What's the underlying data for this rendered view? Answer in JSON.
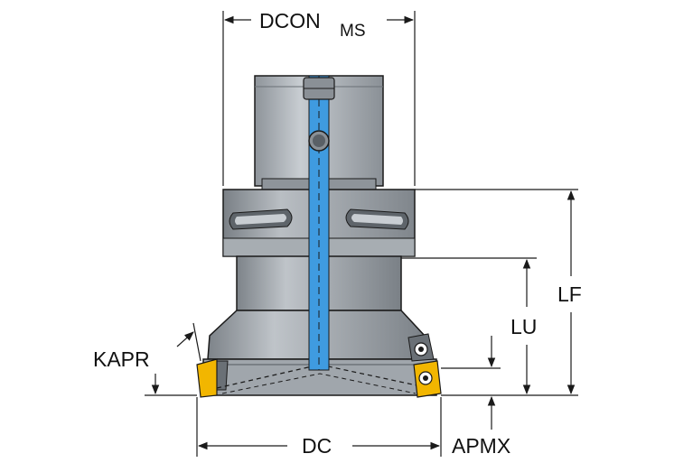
{
  "labels": {
    "dcon": "DCON",
    "dcon_sub": "MS",
    "lf": "LF",
    "lu": "LU",
    "kapr": "KAPR",
    "dc": "DC",
    "apmx": "APMX"
  },
  "colors": {
    "body_light": "#bcc1c6",
    "body_mid": "#9aa0a6",
    "body_dark": "#6f757b",
    "coolant": "#3f9be0",
    "insert": "#f2b600",
    "line": "#1a1a1a"
  }
}
